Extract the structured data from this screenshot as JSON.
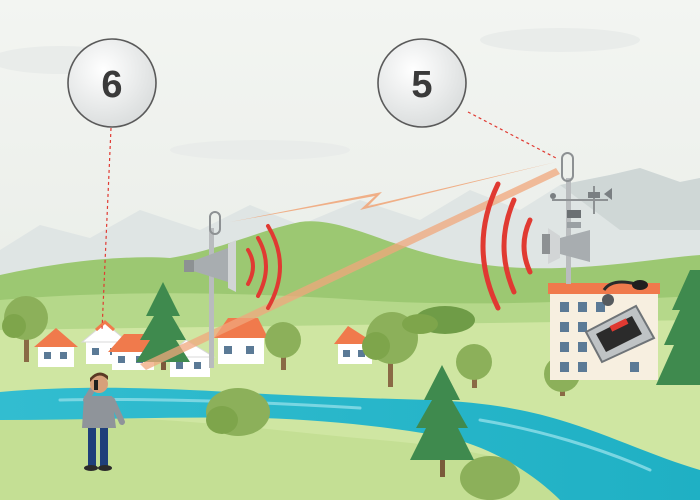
{
  "callouts": [
    {
      "label": "6"
    },
    {
      "label": "5"
    }
  ],
  "colors": {
    "sky": "#eef1ee",
    "hill_green": "#9cc872",
    "grass": "#cfe6a2",
    "river": "#27b7c9",
    "signal_red": "#e03a32",
    "link_orange": "#f0a77c",
    "roof": "#f07a4c",
    "tree_green": "#7ea54b",
    "pine_green": "#3f8a4e"
  },
  "icons": [
    "callout-circle",
    "siren-speaker-mast",
    "weather-station",
    "control-console-microphone",
    "person-with-radio",
    "house",
    "tree",
    "pine-tree",
    "river"
  ]
}
